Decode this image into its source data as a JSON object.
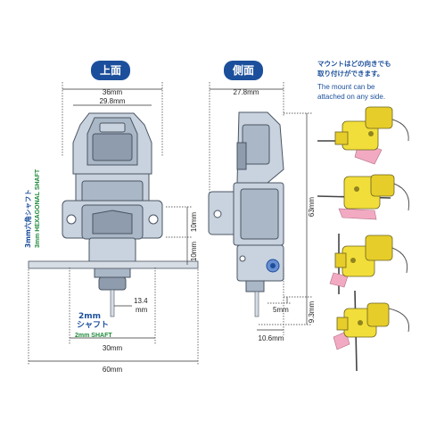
{
  "headers": {
    "top_view": "上面",
    "side_view": "側面"
  },
  "note": {
    "jp_line1": "マウントはどの向きでも",
    "jp_line2": "取り付けができます。",
    "en_line1": "The mount can be",
    "en_line2": "attached on any side."
  },
  "shaft_labels": {
    "hex_jp": "3mm六角シャフト",
    "hex_en": "3mm HEXAGONAL SHAFT",
    "round_jp_1": "2mm",
    "round_jp_2": "シャフト",
    "round_en": "2mm SHAFT"
  },
  "dimensions_top": {
    "w36": "36mm",
    "w29_8": "29.8mm",
    "h10a": "10mm",
    "h10b": "10mm",
    "d13_4a": "13.4",
    "d13_4b": "mm",
    "w30": "30mm",
    "w60": "60mm"
  },
  "dimensions_side": {
    "w27_8": "27.8mm",
    "h63": "63mm",
    "h5": "5mm",
    "h9_3": "9.3mm",
    "w10_6": "10.6mm"
  },
  "colors": {
    "header_bg": "#1b4f9c",
    "hex_label": "#1b4f9c",
    "shaft_label_en": "#1e8a3a",
    "unit_body": "#c9d3df",
    "mount_example": "#f2de3a"
  }
}
